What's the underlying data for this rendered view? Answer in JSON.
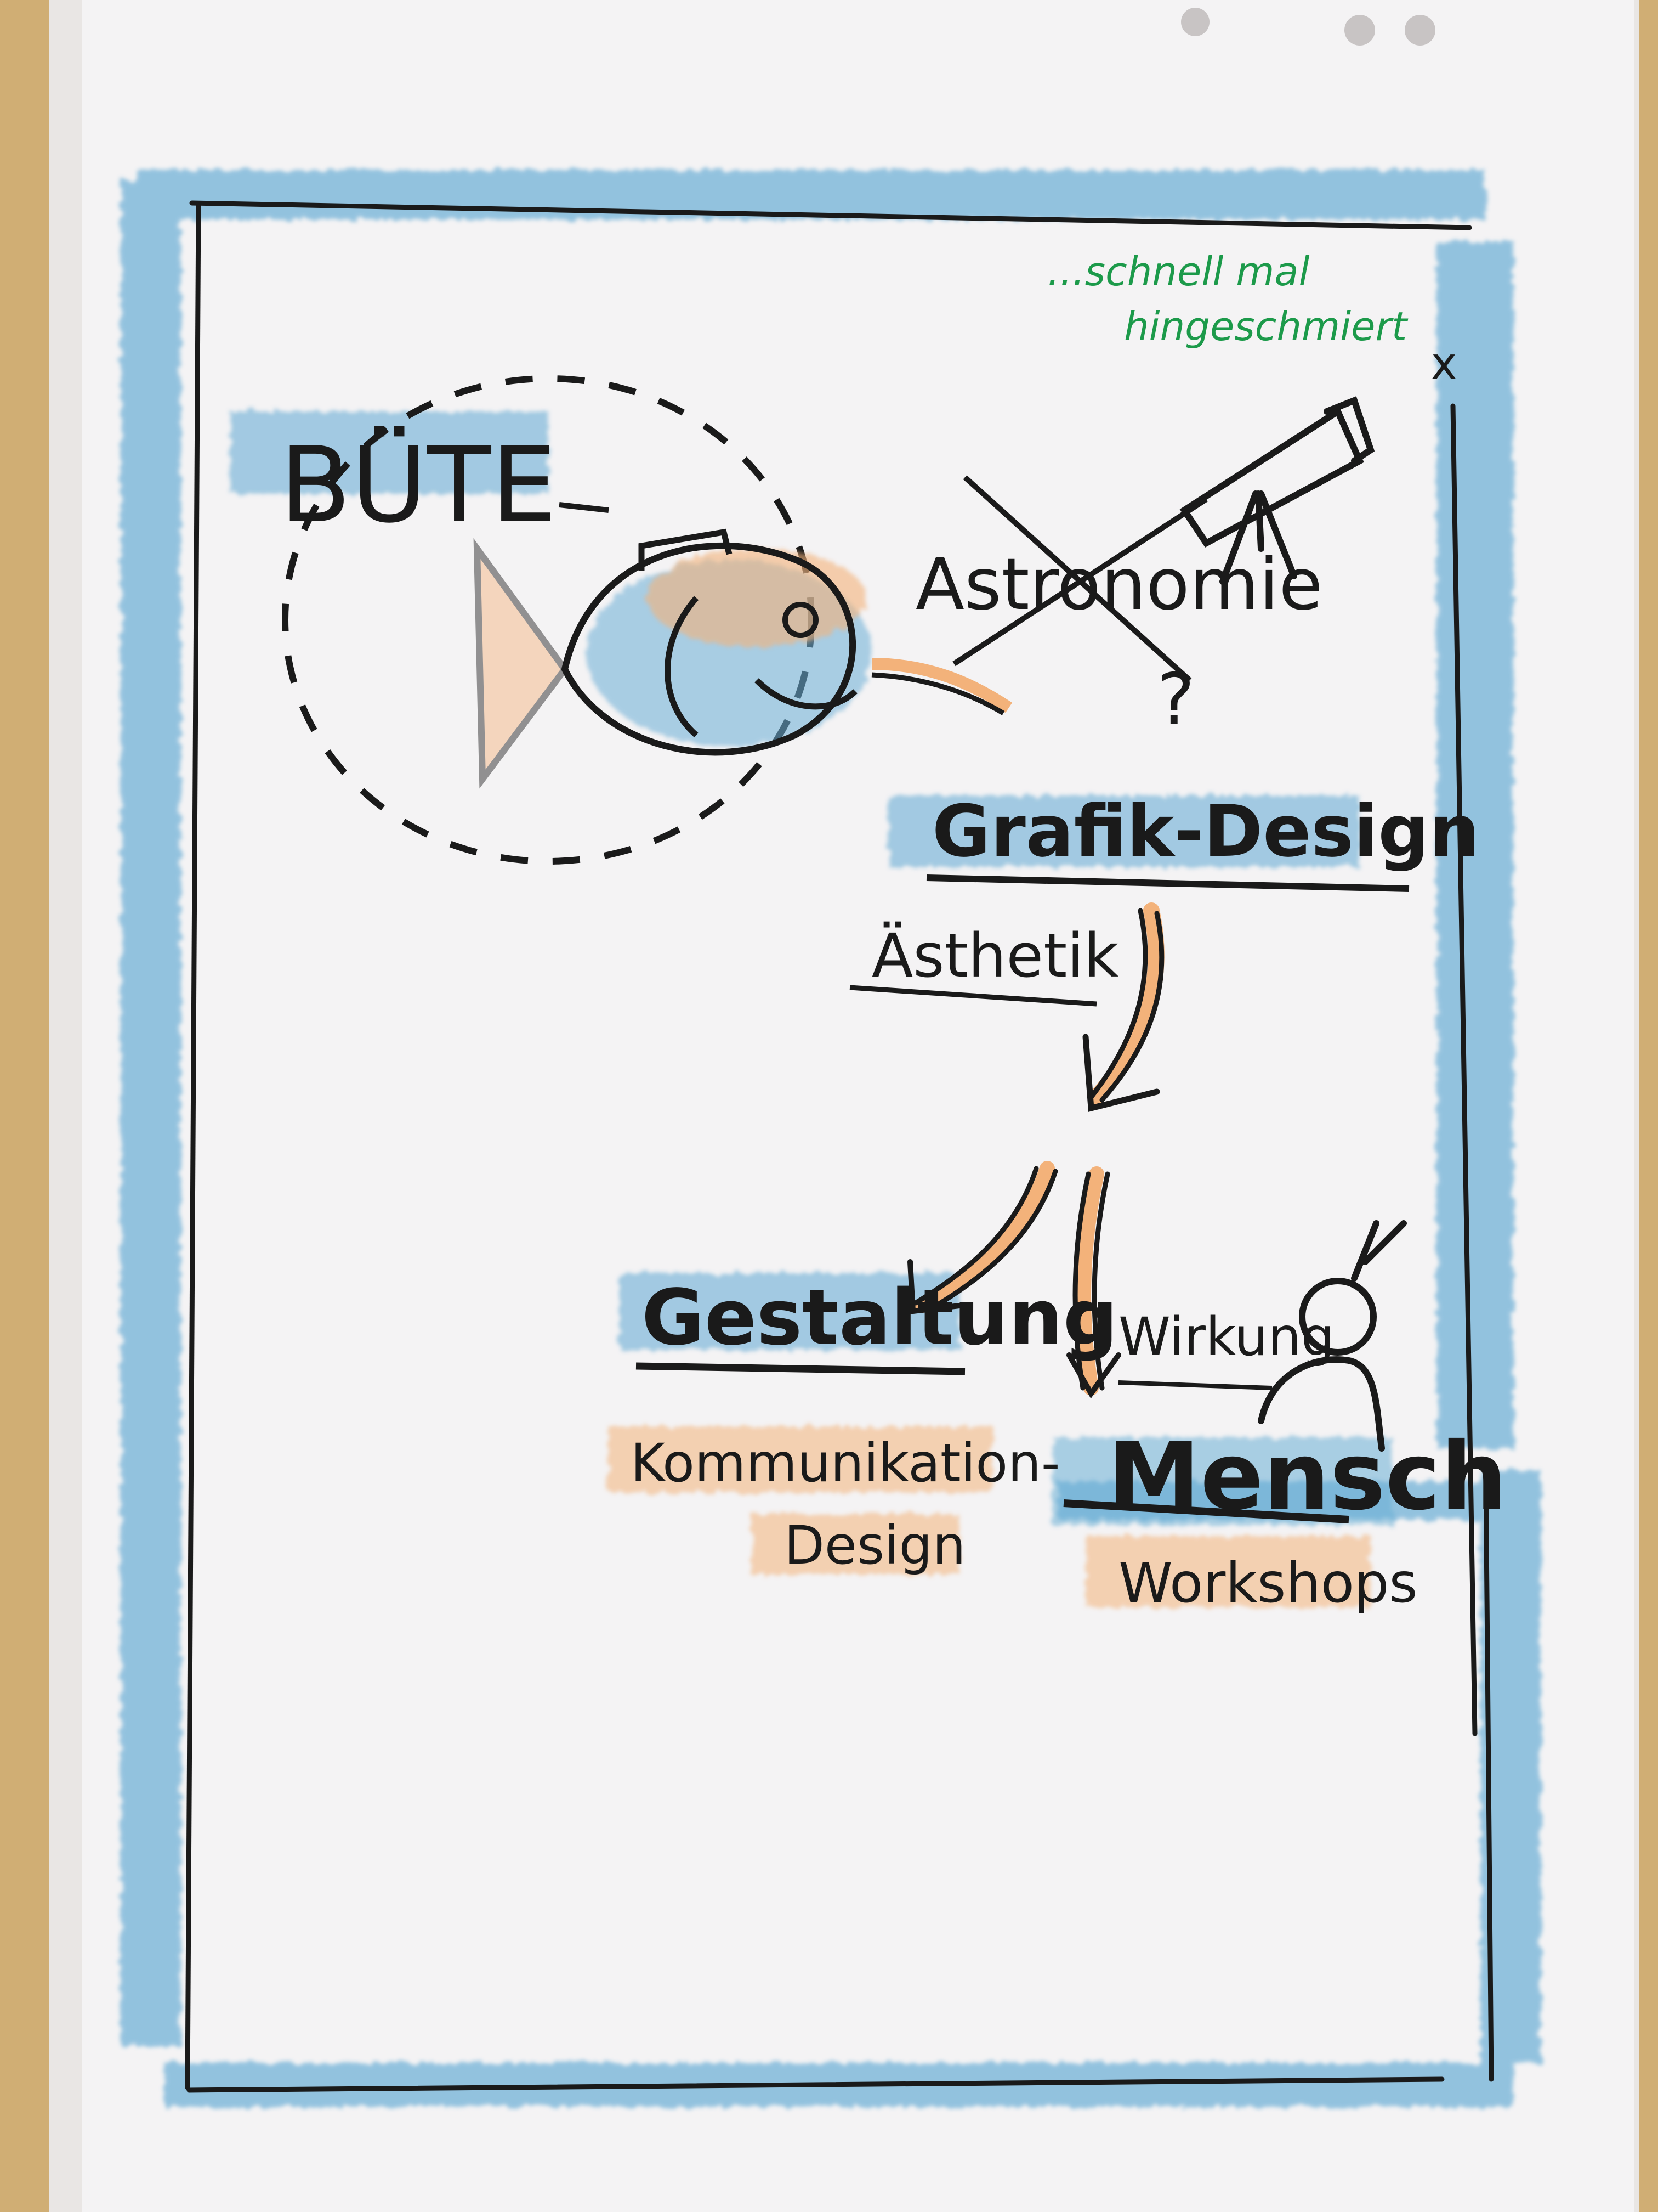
{
  "note": {
    "line1": "...schnell mal",
    "line2": "hingeschmiert",
    "mark": "x"
  },
  "labels": {
    "buete": "BÜTE",
    "astronomie": "Astronomie",
    "question": "?",
    "grafik_design": "Grafik-Design",
    "aesthetik": "Ästhetik",
    "gestaltung": "Gestaltung",
    "kommunikation_1": "Kommunikation-",
    "kommunikation_2": "Design",
    "wirkung": "Wirkung",
    "mensch": "Mensch",
    "workshops": "Workshops"
  },
  "colors": {
    "wood": "#d4b27a",
    "paper": "#f4f3f4",
    "blue_chalk": "#6aaed6",
    "orange_chalk": "#f3b27a",
    "ink": "#1a1a1a",
    "green_ink": "#1c9a4a"
  },
  "icons": {
    "fish": "fish-icon",
    "telescope": "telescope-icon",
    "person": "person-icon"
  }
}
